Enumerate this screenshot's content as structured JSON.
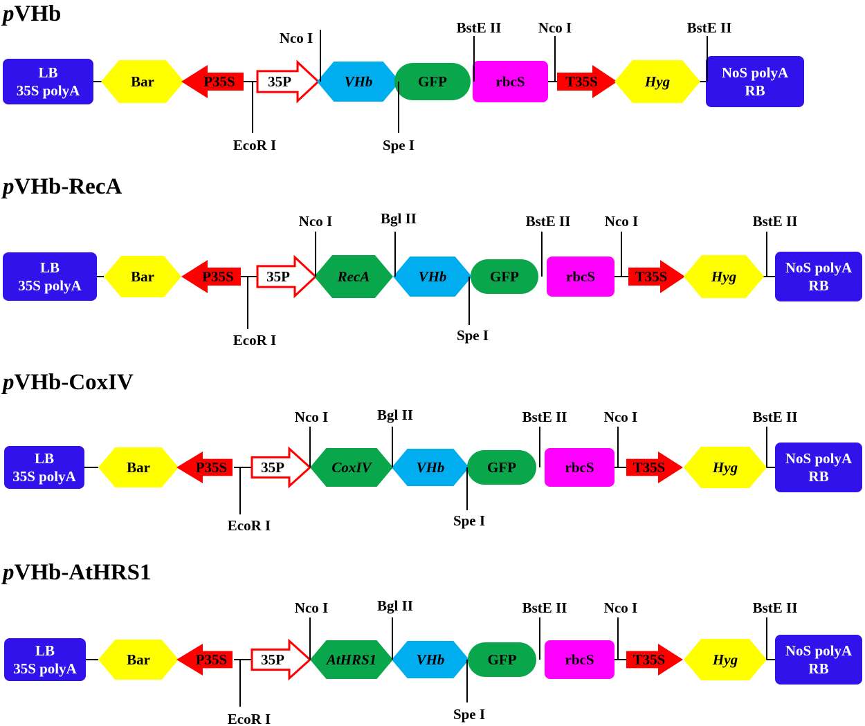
{
  "colors": {
    "lb_rb_box": "#3212ea",
    "bar_hyg": "#ffff00",
    "promoter_terminator": "#ff0000",
    "p35_outline": "#ff0000",
    "vhb": "#00adee",
    "gfp_recA_coxIV_athrs1": "#0aa64b",
    "rbcS": "#ff00ff",
    "backbone": "#000000"
  },
  "constructs": [
    {
      "title_prefix": "p",
      "title_rest": "VHb",
      "elements": [
        {
          "label_lines": [
            "LB",
            "35S polyA"
          ],
          "shape": "rounded-box",
          "color": "#3212ea",
          "text_color": "#ffffff",
          "italic": false
        },
        {
          "label_lines": [
            "Bar"
          ],
          "shape": "hexagon",
          "color": "#ffff00",
          "text_color": "#000000",
          "italic": false
        },
        {
          "label_lines": [
            "P35S"
          ],
          "shape": "arrow-left",
          "color": "#ff0000",
          "text_color": "#000000",
          "italic": false
        },
        {
          "label_lines": [
            "35P"
          ],
          "shape": "arrow-right-outline",
          "color": "#ff0000",
          "text_color": "#000000",
          "italic": false
        },
        {
          "label_lines": [
            "VHb"
          ],
          "shape": "hexagon",
          "color": "#00adee",
          "text_color": "#000000",
          "italic": true
        },
        {
          "label_lines": [
            "GFP"
          ],
          "shape": "pill",
          "color": "#0aa64b",
          "text_color": "#000000",
          "italic": false
        },
        {
          "label_lines": [
            "rbcS"
          ],
          "shape": "rounded-box",
          "color": "#ff00ff",
          "text_color": "#000000",
          "italic": false
        },
        {
          "label_lines": [
            "T35S"
          ],
          "shape": "arrow-right",
          "color": "#ff0000",
          "text_color": "#000000",
          "italic": false
        },
        {
          "label_lines": [
            "Hyg"
          ],
          "shape": "hexagon",
          "color": "#ffff00",
          "text_color": "#000000",
          "italic": true
        },
        {
          "label_lines": [
            "NoS polyA",
            "RB"
          ],
          "shape": "rounded-box",
          "color": "#3212ea",
          "text_color": "#ffffff",
          "italic": false
        }
      ],
      "sites": [
        {
          "label": "Nco I",
          "position": "above"
        },
        {
          "label": "BstE II",
          "position": "above"
        },
        {
          "label": "Nco I",
          "position": "above"
        },
        {
          "label": "BstE II",
          "position": "above"
        },
        {
          "label": "EcoR I",
          "position": "below"
        },
        {
          "label": "Spe I",
          "position": "below"
        }
      ]
    },
    {
      "title_prefix": "p",
      "title_rest": "VHb-RecA",
      "elements": [
        {
          "label_lines": [
            "LB",
            "35S polyA"
          ],
          "shape": "rounded-box",
          "color": "#3212ea",
          "text_color": "#ffffff",
          "italic": false
        },
        {
          "label_lines": [
            "Bar"
          ],
          "shape": "hexagon",
          "color": "#ffff00",
          "text_color": "#000000",
          "italic": false
        },
        {
          "label_lines": [
            "P35S"
          ],
          "shape": "arrow-left",
          "color": "#ff0000",
          "text_color": "#000000",
          "italic": false
        },
        {
          "label_lines": [
            "35P"
          ],
          "shape": "arrow-right-outline",
          "color": "#ff0000",
          "text_color": "#000000",
          "italic": false
        },
        {
          "label_lines": [
            "RecA"
          ],
          "shape": "hexagon",
          "color": "#0aa64b",
          "text_color": "#000000",
          "italic": true
        },
        {
          "label_lines": [
            "VHb"
          ],
          "shape": "hexagon",
          "color": "#00adee",
          "text_color": "#000000",
          "italic": true
        },
        {
          "label_lines": [
            "GFP"
          ],
          "shape": "pill",
          "color": "#0aa64b",
          "text_color": "#000000",
          "italic": false
        },
        {
          "label_lines": [
            "rbcS"
          ],
          "shape": "rounded-box",
          "color": "#ff00ff",
          "text_color": "#000000",
          "italic": false
        },
        {
          "label_lines": [
            "T35S"
          ],
          "shape": "arrow-right",
          "color": "#ff0000",
          "text_color": "#000000",
          "italic": false
        },
        {
          "label_lines": [
            "Hyg"
          ],
          "shape": "hexagon",
          "color": "#ffff00",
          "text_color": "#000000",
          "italic": true
        },
        {
          "label_lines": [
            "NoS polyA",
            "RB"
          ],
          "shape": "rounded-box",
          "color": "#3212ea",
          "text_color": "#ffffff",
          "italic": false
        }
      ],
      "sites": [
        {
          "label": "Nco I",
          "position": "above"
        },
        {
          "label": "Bgl II",
          "position": "above"
        },
        {
          "label": "BstE II",
          "position": "above"
        },
        {
          "label": "Nco I",
          "position": "above"
        },
        {
          "label": "BstE II",
          "position": "above"
        },
        {
          "label": "EcoR I",
          "position": "below"
        },
        {
          "label": "Spe I",
          "position": "below"
        }
      ]
    },
    {
      "title_prefix": "p",
      "title_rest": "VHb-CoxIV",
      "elements": [
        {
          "label_lines": [
            "LB",
            "35S polyA"
          ],
          "shape": "rounded-box",
          "color": "#3212ea",
          "text_color": "#ffffff",
          "italic": false
        },
        {
          "label_lines": [
            "Bar"
          ],
          "shape": "hexagon",
          "color": "#ffff00",
          "text_color": "#000000",
          "italic": false
        },
        {
          "label_lines": [
            "P35S"
          ],
          "shape": "arrow-left",
          "color": "#ff0000",
          "text_color": "#000000",
          "italic": false
        },
        {
          "label_lines": [
            "35P"
          ],
          "shape": "arrow-right-outline",
          "color": "#ff0000",
          "text_color": "#000000",
          "italic": false
        },
        {
          "label_lines": [
            "CoxIV"
          ],
          "shape": "hexagon",
          "color": "#0aa64b",
          "text_color": "#000000",
          "italic": true
        },
        {
          "label_lines": [
            "VHb"
          ],
          "shape": "hexagon",
          "color": "#00adee",
          "text_color": "#000000",
          "italic": true
        },
        {
          "label_lines": [
            "GFP"
          ],
          "shape": "pill",
          "color": "#0aa64b",
          "text_color": "#000000",
          "italic": false
        },
        {
          "label_lines": [
            "rbcS"
          ],
          "shape": "rounded-box",
          "color": "#ff00ff",
          "text_color": "#000000",
          "italic": false
        },
        {
          "label_lines": [
            "T35S"
          ],
          "shape": "arrow-right",
          "color": "#ff0000",
          "text_color": "#000000",
          "italic": false
        },
        {
          "label_lines": [
            "Hyg"
          ],
          "shape": "hexagon",
          "color": "#ffff00",
          "text_color": "#000000",
          "italic": true
        },
        {
          "label_lines": [
            "NoS polyA",
            "RB"
          ],
          "shape": "rounded-box",
          "color": "#3212ea",
          "text_color": "#ffffff",
          "italic": false
        }
      ],
      "sites": [
        {
          "label": "Nco I",
          "position": "above"
        },
        {
          "label": "Bgl II",
          "position": "above"
        },
        {
          "label": "BstE II",
          "position": "above"
        },
        {
          "label": "Nco I",
          "position": "above"
        },
        {
          "label": "BstE II",
          "position": "above"
        },
        {
          "label": "EcoR I",
          "position": "below"
        },
        {
          "label": "Spe I",
          "position": "below"
        }
      ]
    },
    {
      "title_prefix": "p",
      "title_rest": "VHb-AtHRS1",
      "elements": [
        {
          "label_lines": [
            "LB",
            "35S polyA"
          ],
          "shape": "rounded-box",
          "color": "#3212ea",
          "text_color": "#ffffff",
          "italic": false
        },
        {
          "label_lines": [
            "Bar"
          ],
          "shape": "hexagon",
          "color": "#ffff00",
          "text_color": "#000000",
          "italic": false
        },
        {
          "label_lines": [
            "P35S"
          ],
          "shape": "arrow-left",
          "color": "#ff0000",
          "text_color": "#000000",
          "italic": false
        },
        {
          "label_lines": [
            "35P"
          ],
          "shape": "arrow-right-outline",
          "color": "#ff0000",
          "text_color": "#000000",
          "italic": false
        },
        {
          "label_lines": [
            "AtHRS1"
          ],
          "shape": "hexagon",
          "color": "#0aa64b",
          "text_color": "#000000",
          "italic": true
        },
        {
          "label_lines": [
            "VHb"
          ],
          "shape": "hexagon",
          "color": "#00adee",
          "text_color": "#000000",
          "italic": true
        },
        {
          "label_lines": [
            "GFP"
          ],
          "shape": "pill",
          "color": "#0aa64b",
          "text_color": "#000000",
          "italic": false
        },
        {
          "label_lines": [
            "rbcS"
          ],
          "shape": "rounded-box",
          "color": "#ff00ff",
          "text_color": "#000000",
          "italic": false
        },
        {
          "label_lines": [
            "T35S"
          ],
          "shape": "arrow-right",
          "color": "#ff0000",
          "text_color": "#000000",
          "italic": false
        },
        {
          "label_lines": [
            "Hyg"
          ],
          "shape": "hexagon",
          "color": "#ffff00",
          "text_color": "#000000",
          "italic": true
        },
        {
          "label_lines": [
            "NoS polyA",
            "RB"
          ],
          "shape": "rounded-box",
          "color": "#3212ea",
          "text_color": "#ffffff",
          "italic": false
        }
      ],
      "sites": [
        {
          "label": "Nco I",
          "position": "above"
        },
        {
          "label": "Bgl II",
          "position": "above"
        },
        {
          "label": "BstE II",
          "position": "above"
        },
        {
          "label": "Nco I",
          "position": "above"
        },
        {
          "label": "BstE II",
          "position": "above"
        },
        {
          "label": "EcoR I",
          "position": "below"
        },
        {
          "label": "Spe I",
          "position": "below"
        }
      ]
    }
  ]
}
